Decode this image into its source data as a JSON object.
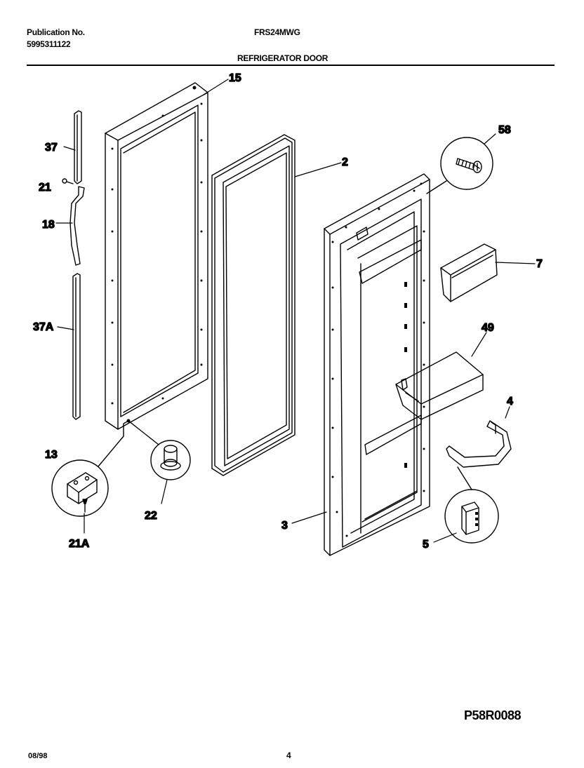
{
  "header": {
    "publication_label": "Publication No.",
    "publication_number": "5995311122",
    "model": "FRS24MWG",
    "section_title": "REFRIGERATOR DOOR"
  },
  "callouts": [
    {
      "id": "15",
      "label": "15"
    },
    {
      "id": "2",
      "label": "2"
    },
    {
      "id": "58",
      "label": "58"
    },
    {
      "id": "37",
      "label": "37"
    },
    {
      "id": "21",
      "label": "21"
    },
    {
      "id": "18",
      "label": "18"
    },
    {
      "id": "37A",
      "label": "37A"
    },
    {
      "id": "7",
      "label": "7"
    },
    {
      "id": "49",
      "label": "49"
    },
    {
      "id": "4",
      "label": "4"
    },
    {
      "id": "13",
      "label": "13"
    },
    {
      "id": "22",
      "label": "22"
    },
    {
      "id": "21A",
      "label": "21A"
    },
    {
      "id": "3",
      "label": "3"
    },
    {
      "id": "5",
      "label": "5"
    }
  ],
  "footer": {
    "diagram_ref": "P58R0088",
    "date": "08/98",
    "page": "4"
  }
}
